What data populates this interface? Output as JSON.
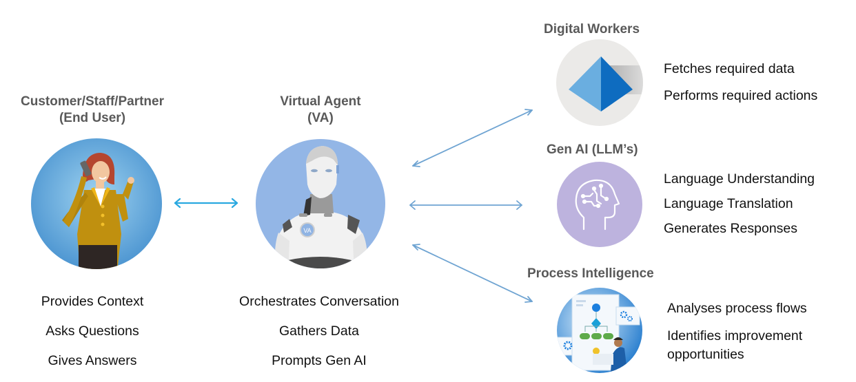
{
  "diagram": {
    "colors": {
      "arrow_left": "#29a8e0",
      "arrow_right": "#6fa4d2",
      "heading": "#595959",
      "text": "#111111",
      "end_user_circle": "#6fb0de",
      "va_circle": "#93b6e6",
      "digital_workers_circle": "#ebeae8",
      "gen_ai_circle": "#bdb3de",
      "process_circle": "#3f8fd6"
    },
    "end_user": {
      "title_line1": "Customer/Staff/Partner",
      "title_line2": "(End User)",
      "icon": "woman-on-phone-illustration",
      "items": [
        "Provides Context",
        "Asks Questions",
        "Gives Answers"
      ]
    },
    "virtual_agent": {
      "title_line1": "Virtual Agent",
      "title_line2": "(VA)",
      "icon": "robot-illustration",
      "badge": "VA",
      "items": [
        "Orchestrates Conversation",
        "Gathers Data",
        "Prompts Gen AI"
      ]
    },
    "digital_workers": {
      "title": "Digital Workers",
      "icon": "pyramid-icon",
      "items": [
        "Fetches required data",
        "Performs required actions"
      ]
    },
    "gen_ai": {
      "title": "Gen AI (LLM’s)",
      "icon": "brain-circuit-head-icon",
      "items": [
        "Language Understanding",
        "Language Translation",
        "Generates Responses"
      ]
    },
    "process_intelligence": {
      "title": "Process Intelligence",
      "icon": "process-flow-illustration",
      "items": [
        "Analyses process flows",
        "Identifies improvement",
        "opportunities"
      ]
    },
    "connections": [
      {
        "from": "end_user",
        "to": "virtual_agent",
        "type": "bidirectional"
      },
      {
        "from": "virtual_agent",
        "to": "digital_workers",
        "type": "bidirectional"
      },
      {
        "from": "virtual_agent",
        "to": "gen_ai",
        "type": "bidirectional"
      },
      {
        "from": "virtual_agent",
        "to": "process_intelligence",
        "type": "bidirectional"
      }
    ]
  }
}
